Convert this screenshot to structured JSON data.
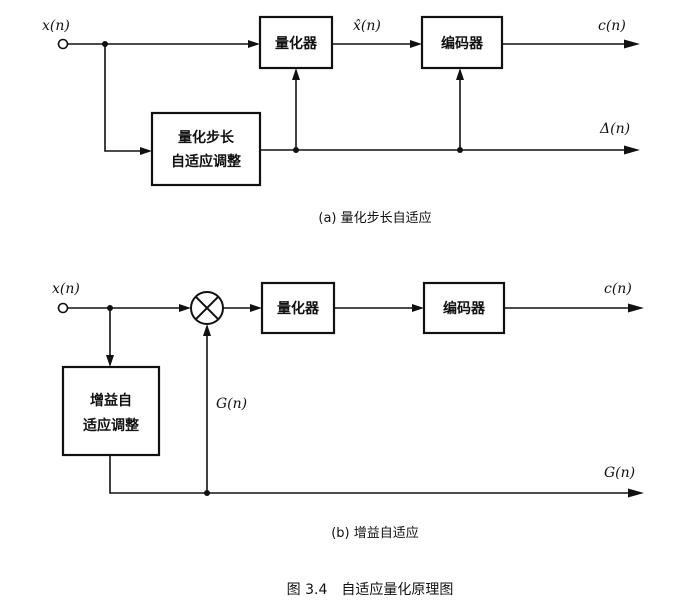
{
  "diagram_a": {
    "input": "x(n)",
    "quantizer": "量化器",
    "quantized_signal": "x̂(n)",
    "encoder": "编码器",
    "output_c": "c(n)",
    "output_delta": "Δ(n)",
    "step_adapt_line1": "量化步长",
    "step_adapt_line2": "自适应调整",
    "caption": "(a) 量化步长自适应"
  },
  "diagram_b": {
    "input": "x(n)",
    "quantizer": "量化器",
    "encoder": "编码器",
    "output_c": "c(n)",
    "gain_label": "G(n)",
    "output_g": "G(n)",
    "gain_adapt_line1": "增益自",
    "gain_adapt_line2": "适应调整",
    "caption": "(b) 增益自适应"
  },
  "figure_caption": "图 3.4　自适应量化原理图"
}
